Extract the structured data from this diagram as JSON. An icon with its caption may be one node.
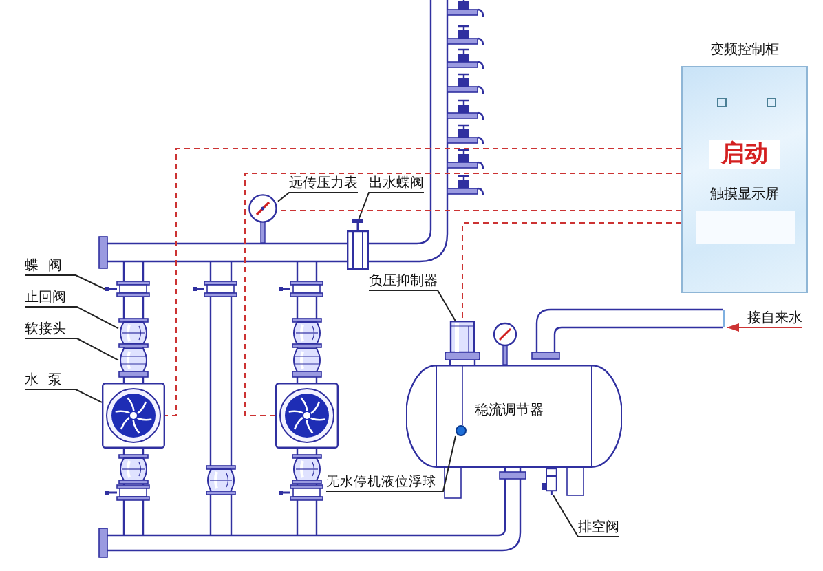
{
  "diagram": {
    "nodes": [
      {
        "text": [
          "变频控制柜",
          "启动",
          "触摸显示屏"
        ]
      },
      {
        "text": [
          "远传压力表"
        ]
      },
      {
        "text": [
          "出水蝶阀"
        ]
      },
      {
        "text": [
          "蝶阀"
        ]
      },
      {
        "text": [
          "负压抑制器"
        ]
      },
      {
        "text": [
          "止回阀"
        ]
      },
      {
        "text": [
          "软接头"
        ]
      },
      {
        "text": [
          "水泵"
        ]
      },
      {
        "text": [
          "接自来水"
        ]
      },
      {
        "text": [
          "稳流调节器"
        ]
      },
      {
        "text": [
          "无水停机液位浮球"
        ]
      },
      {
        "text": [
          "排空阀"
        ]
      },
      {
        "text": [],
        "shape": "picture"
      },
      {
        "text": [],
        "shape": "picture"
      },
      {
        "text": [],
        "shape": "picture"
      },
      {
        "text": [],
        "shape": "picture"
      },
      {
        "text": [],
        "shape": "picture"
      },
      {
        "text": [],
        "shape": "picture"
      },
      {
        "text": [],
        "shape": "picture"
      },
      {
        "text": [],
        "shape": "picture"
      },
      {
        "text": [],
        "shape": "circle",
        "in": 9
      },
      {
        "text": [],
        "shape": "picture"
      },
      {
        "text": [],
        "shape": "picture"
      }
    ],
    "edges": [
      {
        "from": 1,
        "to": 12,
        "arrow": "none"
      },
      {
        "from": 2,
        "to": 13,
        "arrow": "none"
      },
      {
        "from": 3,
        "to": 14,
        "arrow": "none"
      },
      {
        "from": 4,
        "to": 15,
        "arrow": "none"
      },
      {
        "from": 5,
        "to": 16,
        "arrow": "none"
      },
      {
        "from": 6,
        "to": 17,
        "arrow": "none"
      },
      {
        "from": 7,
        "to": 18,
        "arrow": "none"
      },
      {
        "from": 8,
        "to": 22,
        "arrow": "to",
        "color": "#cc3333"
      },
      {
        "from": 10,
        "to": 20,
        "arrow": "none"
      },
      {
        "from": 11,
        "to": 21,
        "arrow": "none"
      },
      {
        "from": 0,
        "to": 18,
        "arrow": "none",
        "style": "dashed",
        "color": "#cc3333"
      },
      {
        "from": 0,
        "to": 19,
        "arrow": "none",
        "style": "dashed",
        "color": "#cc3333"
      },
      {
        "from": 0,
        "to": 12,
        "arrow": "none",
        "style": "dashed",
        "color": "#cc3333"
      },
      {
        "from": 0,
        "to": 15,
        "arrow": "none",
        "style": "dashed",
        "color": "#cc3333"
      }
    ]
  }
}
